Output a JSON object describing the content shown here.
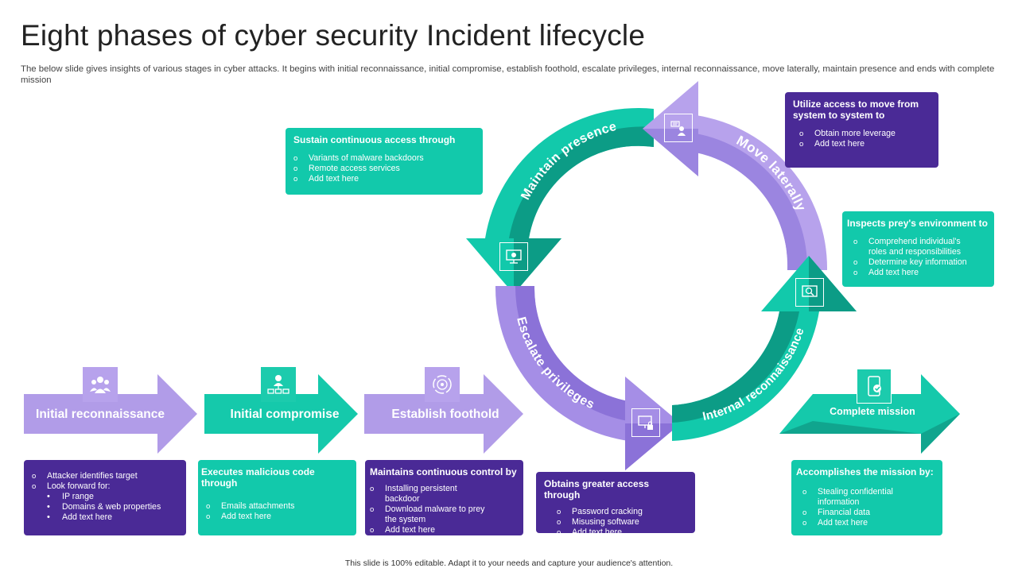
{
  "title": "Eight phases of cyber security Incident lifecycle",
  "subtitle": "The below slide gives insights of various stages in cyber attacks. It begins with initial reconnaissance, initial compromise, establish foothold, escalate privileges, internal reconnaissance, move laterally, maintain presence and ends with complete mission",
  "footer": "This slide is 100% editable. Adapt it to your needs and capture your audience's attention.",
  "colors": {
    "purple_dark": "#4a2a96",
    "purple_light": "#a58ee6",
    "teal": "#12c9ab",
    "teal_dark": "#0c9c86"
  },
  "phases": {
    "initial_recon": "Initial reconnaissance",
    "initial_compromise": "Initial compromise",
    "establish_foothold": "Establish foothold",
    "escalate_privileges": "Escalate privileges",
    "internal_recon": "Internal reconnaissance",
    "move_laterally": "Move laterally",
    "maintain_presence": "Maintain presence",
    "complete_mission": "Complete mission"
  },
  "boxes": {
    "recon": {
      "items": [
        "Attacker identifies target",
        "Look forward for:"
      ],
      "sub_items": [
        "IP range",
        "Domains & web properties",
        "Add text here"
      ]
    },
    "compromise": {
      "heading": "Executes malicious code through",
      "items": [
        "Emails attachments",
        "Add text here"
      ]
    },
    "foothold": {
      "heading": "Maintains continuous control by",
      "items": [
        "Installing  persistent backdoor",
        "Download malware to prey the system",
        "Add text here"
      ]
    },
    "escalate": {
      "heading": "Obtains greater access through",
      "items": [
        "Password cracking",
        "Misusing software",
        "Add text here"
      ]
    },
    "mission": {
      "heading": "Accomplishes the mission by:",
      "items": [
        "Stealing confidential information",
        "Financial data",
        "Add text here"
      ]
    },
    "presence": {
      "heading": "Sustain continuous  access through",
      "items": [
        "Variants of malware backdoors",
        "Remote access services",
        "Add text here"
      ]
    },
    "lateral": {
      "heading": "Utilize  access to move from system to system to",
      "items": [
        "Obtain more leverage",
        "Add text here"
      ]
    },
    "internal": {
      "heading": "Inspects prey's environment to",
      "items": [
        "Comprehend individual's roles and responsibilities",
        "Determine key information",
        "Add text here"
      ]
    }
  },
  "icons": {
    "recon": "group-people-icon",
    "compromise": "hacker-network-icon",
    "foothold": "target-cycle-icon",
    "escalate": "locked-computer-icon",
    "internal": "network-search-icon",
    "lateral": "hacker-laptop-icon",
    "presence": "monitor-bug-icon",
    "mission": "mobile-check-icon"
  }
}
